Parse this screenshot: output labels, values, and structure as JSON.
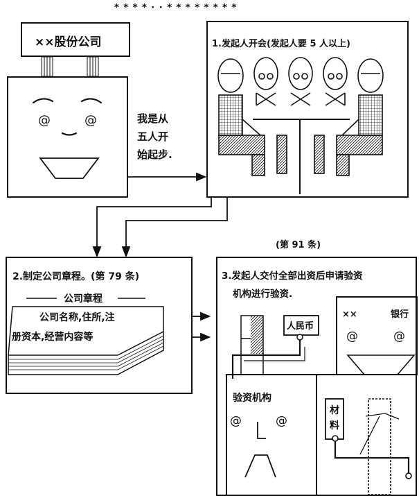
{
  "decor": {
    "stars": "* * * * · · * * * * * * * *"
  },
  "company_sign": "××股份公司",
  "speech": [
    "我是从",
    "五人开",
    "始起步."
  ],
  "step1": {
    "title": "1.发起人开会(发起人要 5 人以上)"
  },
  "step2": {
    "title": "2.制定公司章程。(第 79 条)",
    "book_title": "公司章程",
    "book_line1": "公司名称,住所,注",
    "book_line2": "册资本,经营内容等"
  },
  "article_ref": "(第 91 条)",
  "step3": {
    "title_line1": "3.发起人交付全部出资后申请验资",
    "title_line2": "机构进行验资.",
    "rmb_label": "人民币",
    "bank_label_left": "××",
    "bank_label_right": "银行",
    "verify_label": "验资机构",
    "material_char1": "材",
    "material_char2": "料"
  }
}
